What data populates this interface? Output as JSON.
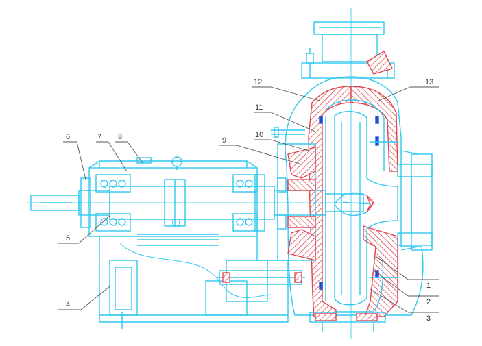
{
  "colors": {
    "drawing": "#2ec7f0",
    "hatch": "#e0454f",
    "leader": "#555555",
    "seal": "#1e4fd8",
    "label": "#333333"
  },
  "callouts": [
    {
      "id": "1",
      "text": "1"
    },
    {
      "id": "2",
      "text": "2"
    },
    {
      "id": "3",
      "text": "3"
    },
    {
      "id": "4",
      "text": "4"
    },
    {
      "id": "5",
      "text": "5"
    },
    {
      "id": "6",
      "text": "6"
    },
    {
      "id": "7",
      "text": "7"
    },
    {
      "id": "8",
      "text": "8"
    },
    {
      "id": "9",
      "text": "9"
    },
    {
      "id": "10",
      "text": "10"
    },
    {
      "id": "11",
      "text": "11"
    },
    {
      "id": "12",
      "text": "12"
    },
    {
      "id": "13",
      "text": "13"
    }
  ]
}
